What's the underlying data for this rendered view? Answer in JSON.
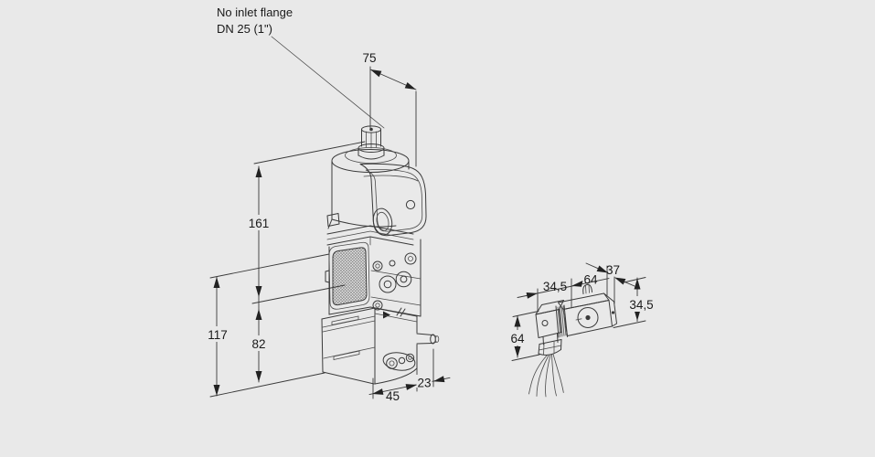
{
  "annotation": {
    "label_line1": "No inlet flange",
    "label_line2": "DN 25 (1\")"
  },
  "colors": {
    "background": "#e9e9e9",
    "line": "#3a3a3a",
    "text": "#1a1a1a"
  },
  "main_valve_dimensions": {
    "width_top": "75",
    "height_total": "161",
    "height_lower_outer": "117",
    "height_lower_inner": "82",
    "base_width": "45",
    "base_depth": "23"
  },
  "solenoid_dimensions": {
    "plug_depth": "34,5",
    "body_length": "64",
    "body_depth": "37",
    "body_height": "34,5",
    "plug_height": "64"
  }
}
